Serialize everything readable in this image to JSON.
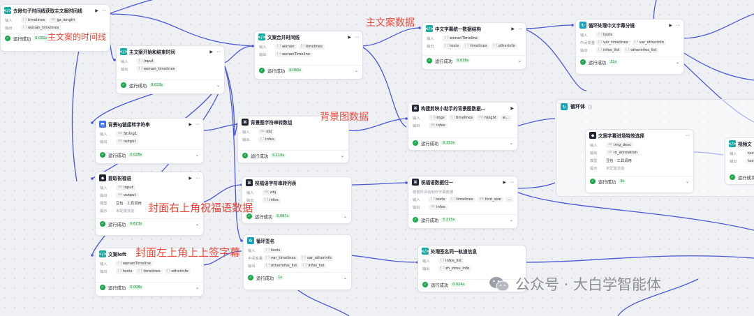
{
  "labels": {
    "input": "输入",
    "output": "输出",
    "intermediate": "中间变量",
    "model": "模型",
    "prompt": "提示",
    "success": "运行成功"
  },
  "icons": [
    "code-icon",
    "loop-icon",
    "llm-icon",
    "plugin-icon",
    "play-icon",
    "more-icon",
    "success-check-icon",
    "chevron-down-icon"
  ],
  "colors": {
    "wire": "#4b57d6",
    "success": "#1ea84c",
    "annotation": "#e8493b"
  },
  "nodes": {
    "n1": {
      "title": "去除句子时间线获取主文案时间线",
      "inputs": [
        {
          "name": "timelines"
        },
        {
          "name": "gz_length"
        }
      ],
      "outputs": [
        {
          "name": "wenan_timelines"
        }
      ],
      "time": "0.031s"
    },
    "n2": {
      "title": "主文案开始和结束时间",
      "inputs": [
        {
          "name": "input"
        }
      ],
      "outputs": [
        {
          "name": "wenan_timelines"
        }
      ],
      "time": "0.023s"
    },
    "n3": {
      "title": "文案合并时间线",
      "inputs": [
        {
          "name": "wenan"
        },
        {
          "name": "timelines"
        }
      ],
      "outputs": [
        {
          "name": "wenanTimeline"
        }
      ],
      "time": "0.060s"
    },
    "n4": {
      "title": "中文字幕统一数据结构",
      "inputs": [
        {
          "name": "wenanTimeline"
        }
      ],
      "outputs": [
        {
          "name": "texts"
        },
        {
          "name": "timelines"
        },
        {
          "name": "otherinfo"
        }
      ],
      "time": "0.038s"
    },
    "n5": {
      "title": "循环处理中文字幕分镜",
      "inputs": [
        {
          "name": "texts"
        }
      ],
      "intermediate": [
        {
          "name": "var_timelines"
        },
        {
          "name": "var_otherinfo"
        }
      ],
      "outputs": [
        {
          "name": "infos_list"
        },
        {
          "name": "otherinfos_list"
        }
      ],
      "time": "31s"
    },
    "n6": {
      "title": "背景ig链接转字符串",
      "inputs": [
        {
          "name": "String1"
        }
      ],
      "outputs": [
        {
          "name": "output"
        }
      ],
      "time": "0.028s"
    },
    "n7": {
      "title": "背景图字符串转数组",
      "inputs": [
        {
          "name": "obj"
        }
      ],
      "outputs": [
        {
          "name": "infos"
        }
      ],
      "time": "0.116s"
    },
    "n8": {
      "title": "构建剪映小助手的背景图数据…",
      "inputs": [
        {
          "name": "imgs"
        },
        {
          "name": "timelines"
        },
        {
          "name": "height"
        },
        {
          "name": "w…"
        }
      ],
      "outputs": [
        {
          "name": "infos"
        }
      ],
      "time": "0.153s"
    },
    "n9": {
      "title": "提取祝福语",
      "inputs": [
        {
          "name": "input"
        }
      ],
      "outputs": [
        {
          "name": "output"
        }
      ],
      "model": "豆包 · 工具调用",
      "prompt": "未配置技能",
      "time": "0.673s"
    },
    "n10": {
      "title": "祝福语字符串转列表",
      "inputs": [
        {
          "name": "obj"
        }
      ],
      "outputs": [
        {
          "name": "infos"
        }
      ],
      "time": "0.097s"
    },
    "n11": {
      "title": "祝福语数据归一",
      "note": "根据时间线制作字幕数据",
      "inputs": [
        {
          "name": "texts"
        },
        {
          "name": "timelines"
        },
        {
          "name": "font_size"
        },
        {
          "name": "…"
        }
      ],
      "outputs": [
        {
          "name": "infos"
        }
      ],
      "time": "0.215s"
    },
    "n12": {
      "title": "文案left",
      "inputs": [
        {
          "name": "wenanTimeline"
        }
      ],
      "outputs": [
        {
          "name": "texts"
        },
        {
          "name": "timelines"
        },
        {
          "name": "otherinfo"
        }
      ],
      "time": "0.008s"
    },
    "n13": {
      "title": "循环签名",
      "inputs": [
        {
          "name": "texts"
        }
      ],
      "intermediate": [
        {
          "name": "var_timelines"
        },
        {
          "name": "var_otherinfo"
        }
      ],
      "outputs": [
        {
          "name": "otherinfos_list"
        },
        {
          "name": "infos_list"
        }
      ],
      "time": "1s"
    },
    "n14": {
      "title": "处理签名同一轨道信息",
      "inputs": [
        {
          "name": "infos_list"
        }
      ],
      "outputs": [
        {
          "name": "zh_zimu_info"
        }
      ],
      "time": "0.024s"
    },
    "n15": {
      "title": "文案字幕进场特效选择",
      "inputs": [
        {
          "name": "img_desc"
        }
      ],
      "outputs": [
        {
          "name": "in_animation"
        }
      ],
      "model": "豆包 · 工具调用",
      "prompt": "未配置技能",
      "time": "3s"
    },
    "n16": {
      "title": "视频文",
      "inputs": [
        {
          "name": "text"
        }
      ],
      "outputs": [
        {
          "name": "texts"
        }
      ]
    }
  },
  "loop": {
    "title": "循环体"
  },
  "annotations": {
    "a1": "主文案的时间线",
    "a2": "主文案数据",
    "a3": "背景图数据",
    "a4": "封面右上角祝福语数据",
    "a5": "封面左上角上上签字幕"
  },
  "watermark": {
    "text": "公众号 · 大白学智能体"
  }
}
